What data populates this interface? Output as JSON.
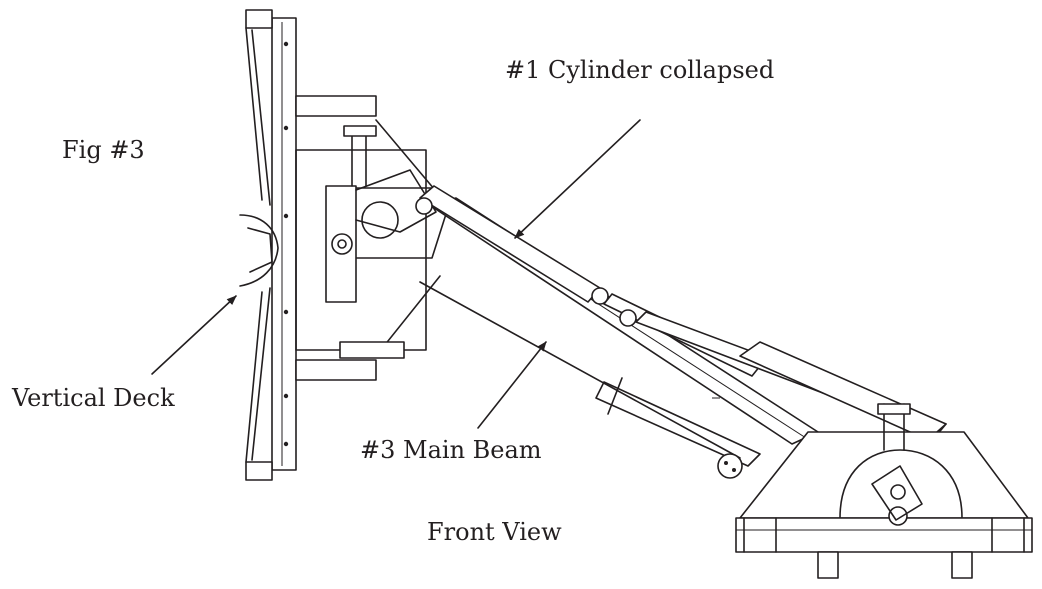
{
  "labels": {
    "figure": "Fig #3",
    "cylinder": "#1 Cylinder collapsed",
    "deck": "Vertical Deck",
    "beam": "#3 Main Beam",
    "view": "Front View"
  },
  "colors": {
    "line": "#231f20",
    "background": "#ffffff"
  }
}
